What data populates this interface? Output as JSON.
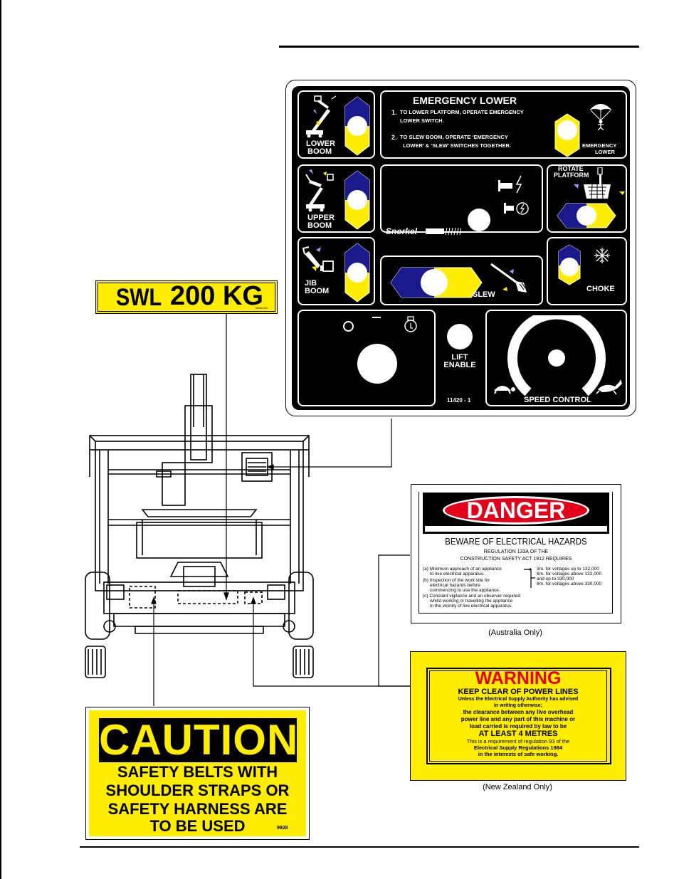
{
  "control_panel": {
    "emergency": {
      "title": "EMERGENCY LOWER",
      "step1_num": "1.",
      "step1_line1": "TO LOWER PLATFORM, OPERATE EMERGENCY",
      "step1_line2": "LOWER SWITCH.",
      "step2_num": "2.",
      "step2_line1": "TO SLEW BOOM, OPERATE ‘EMERGENCY",
      "step2_line2": "LOWER’ & ‘SLEW’ SWITCHES TOGETHER.",
      "switch_label_1": "EMERGENCY",
      "switch_label_2": "LOWER"
    },
    "lower_boom": {
      "line1": "LOWER",
      "line2": "BOOM"
    },
    "upper_boom": {
      "line1": "UPPER",
      "line2": "BOOM"
    },
    "jib_boom": {
      "line1": "JIB",
      "line2": "BOOM"
    },
    "rotate_platform": {
      "line1": "ROTATE",
      "line2": "PLATFORM"
    },
    "brand": "Snorkel",
    "slew_label": "SLEW",
    "choke_label": "CHOKE",
    "lift_enable": {
      "line1": "LIFT",
      "line2": "ENABLE"
    },
    "part_number": "11420 - 1",
    "speed_control_label": "SPEED CONTROL"
  },
  "swl_label": {
    "prefix": "SWL",
    "value": "200 KG",
    "code": "9926-200"
  },
  "danger_label": {
    "header": "DANGER",
    "subtitle": "BEWARE OF ELECTRICAL HAZARDS",
    "reg_line1": "REGULATION 133A OF THE",
    "reg_line2": "CONSTRUCTION SAFETY ACT 1912 REQUIRES",
    "items": [
      "(a) Minimum approach of an appliance",
      "to live electrical apparatus.",
      "(b) Inspection of the work site for",
      "electrical hazards before",
      "commencing to use the appliance.",
      "(c) Constant vigilance and an observer required",
      "whilst working or travelling the appliance",
      "in the vicinity of live electrical apparatus."
    ],
    "distances": [
      "3m. for voltages up to 132,000",
      "6m. for voltages above 132,000",
      "and up to 330,000",
      "8m. for voltages above 330,000"
    ],
    "caption": "(Australia Only)"
  },
  "warning_label": {
    "header": "WARNING",
    "line1": "KEEP CLEAR OF POWER LINES",
    "line2": "Unless the Electrical Supply Authority has advised",
    "line3": "in writing otherwise;",
    "line4": "the clearance between any live overhead",
    "line5": "power line and any part of this machine or",
    "line6": "load carried is required by law to be",
    "line7": "AT LEAST 4 METRES",
    "line8": "This is a requirement of regulation 93 of the",
    "line9": "Electrical Supply Regulations 1984",
    "line10": "in the interests of safe working.",
    "caption": "(New Zealand Only)"
  },
  "caution_label": {
    "header": "CAUTION",
    "line1": "SAFETY BELTS WITH",
    "line2": "SHOULDER STRAPS OR",
    "line3": "SAFETY HARNESS ARE",
    "line4": "TO BE USED",
    "code": "9928"
  },
  "colors": {
    "yellow": "#ffed00",
    "blue": "#1a1a8c",
    "danger_red": "#e2001a"
  }
}
